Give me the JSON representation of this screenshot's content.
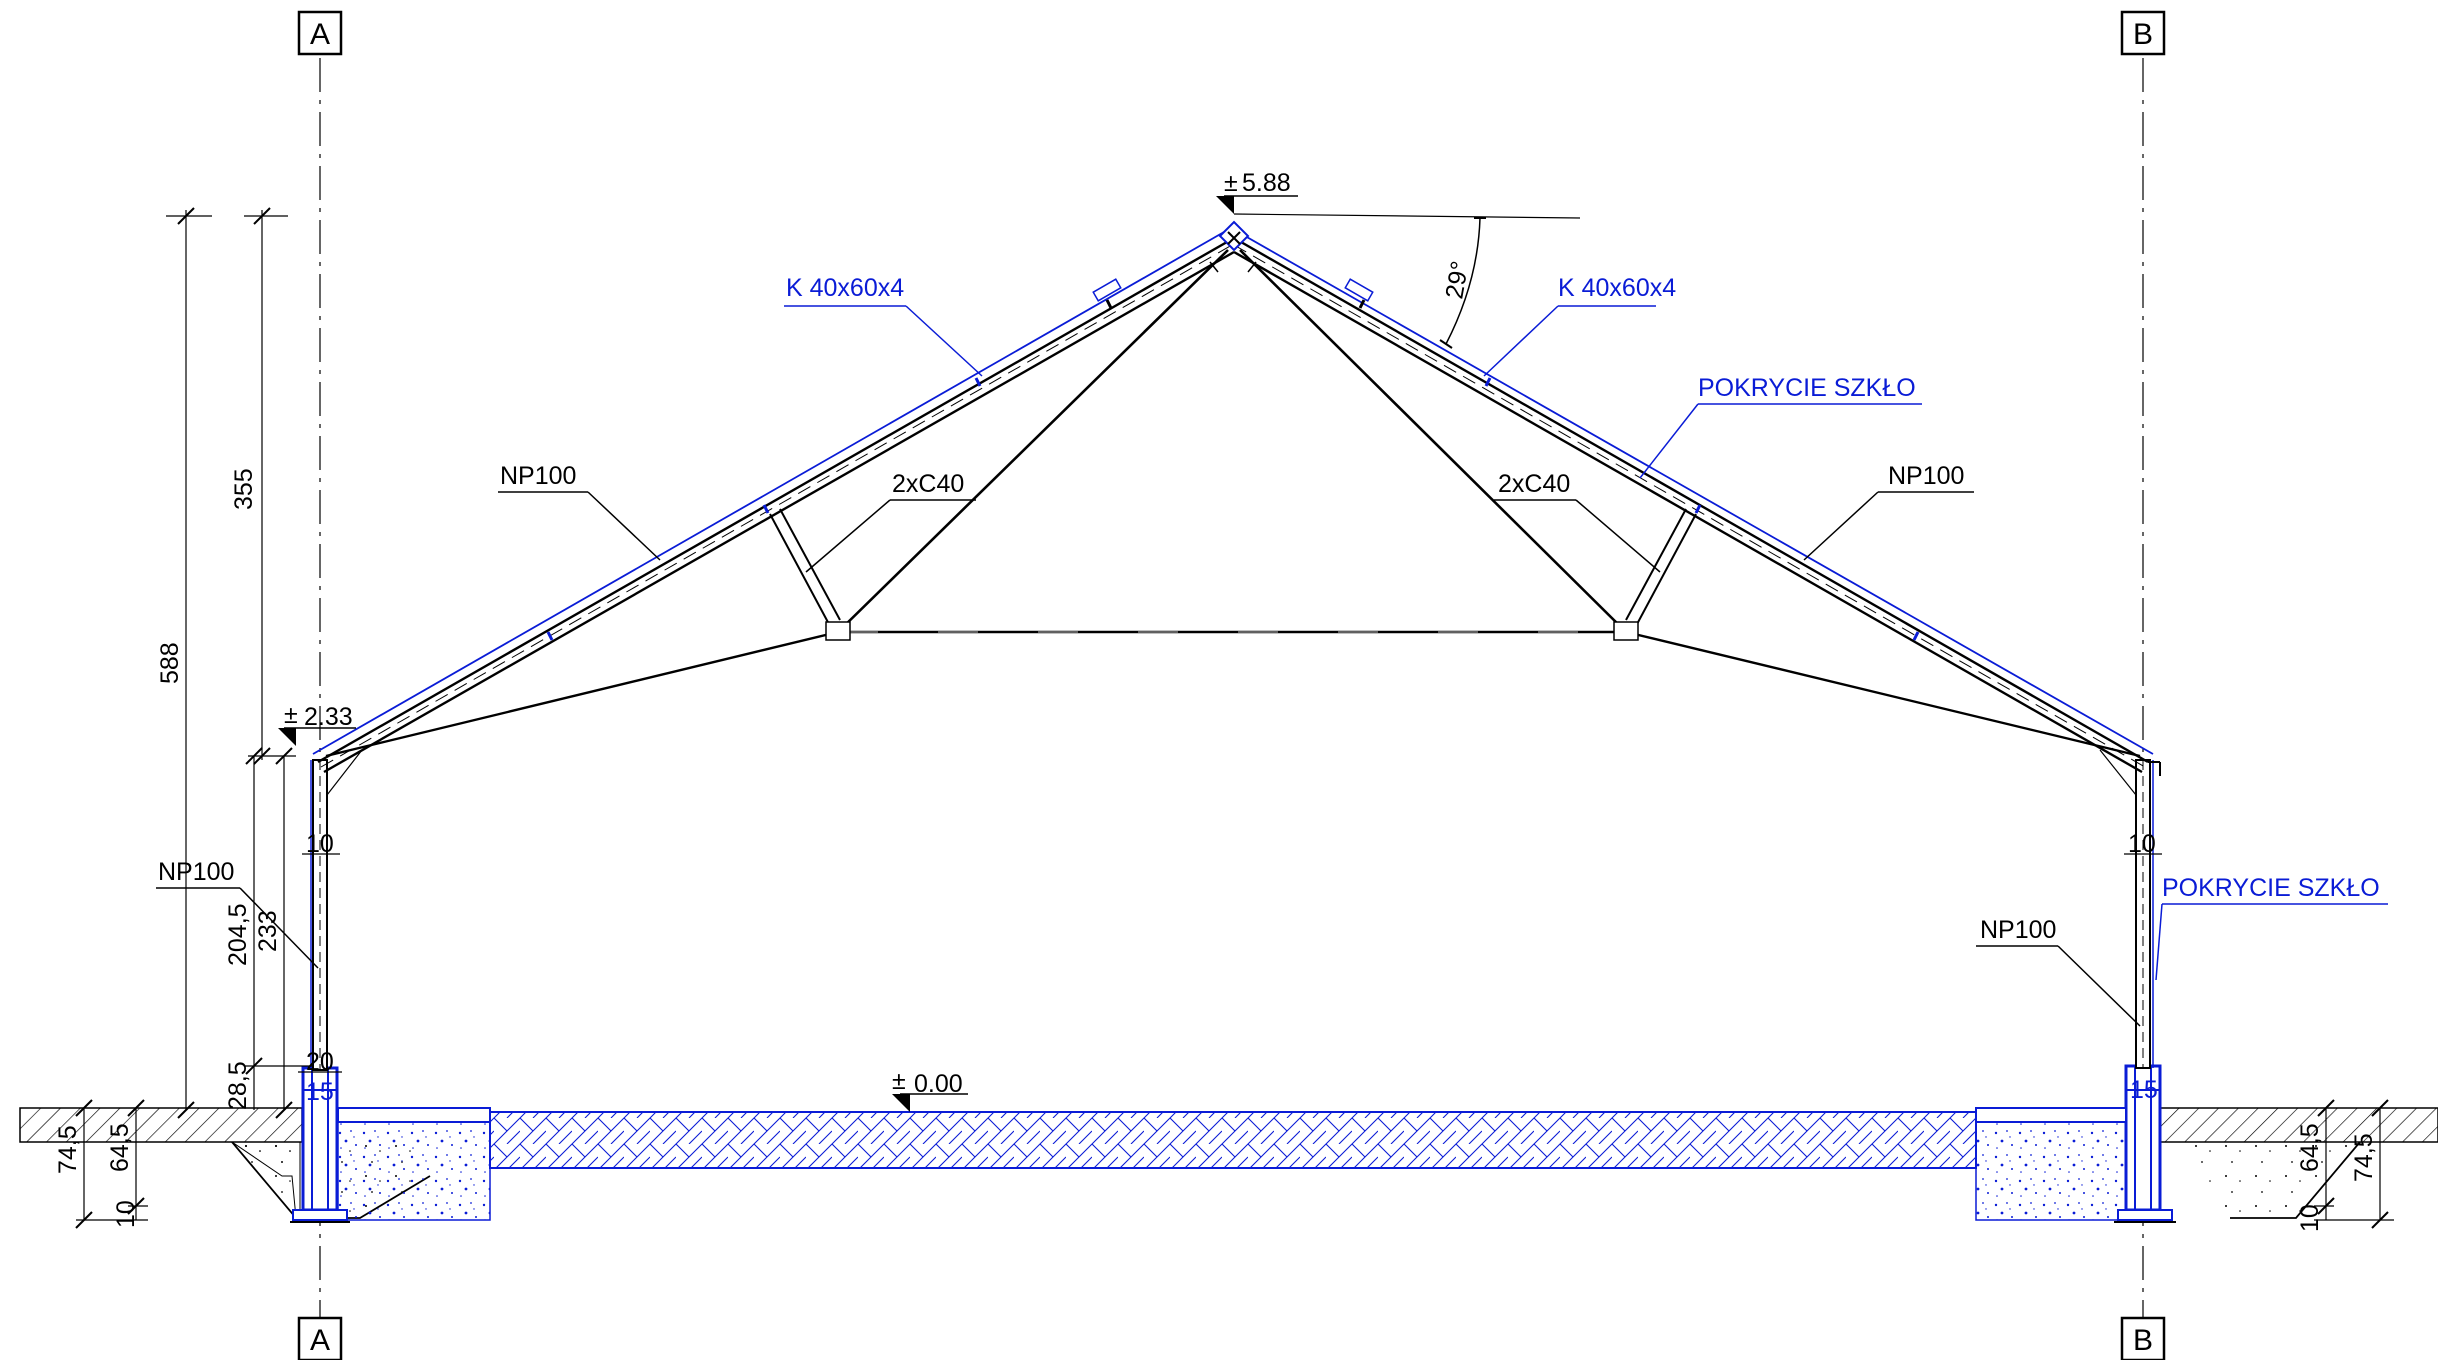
{
  "axes": {
    "left": "A",
    "right": "B"
  },
  "levels": {
    "ridge": "5.88",
    "eaves": "2.33",
    "floor": "0.00",
    "level_sign": "±"
  },
  "angle": "29°",
  "labels": {
    "rafter_left": "K 40x60x4",
    "rafter_right": "K 40x60x4",
    "roof_cover": "POKRYCIE SZKŁO",
    "wall_cover": "POKRYCIE SZKŁO",
    "rafter_np_left": "NP100",
    "rafter_np_right": "NP100",
    "strut_left": "2xC40",
    "strut_right": "2xC40",
    "column_left": "NP100",
    "column_right": "NP100"
  },
  "dims": {
    "total_height": "588",
    "roof_height": "355",
    "wall_height": "233",
    "column_height": "204,5",
    "base_height": "28,5",
    "column_width_left": "10",
    "column_width_right": "10",
    "plinth_left": "20",
    "plinth_left_inner": "15",
    "plinth_right": "15",
    "footing_left_outer": "74,5",
    "footing_left_inner": "64,5",
    "footing_left_bottom": "10",
    "footing_right_outer": "74,5",
    "footing_right_inner": "64,5",
    "footing_right_bottom": "10"
  },
  "colors": {
    "line": "#000000",
    "annotation": "#0a1cd6"
  }
}
